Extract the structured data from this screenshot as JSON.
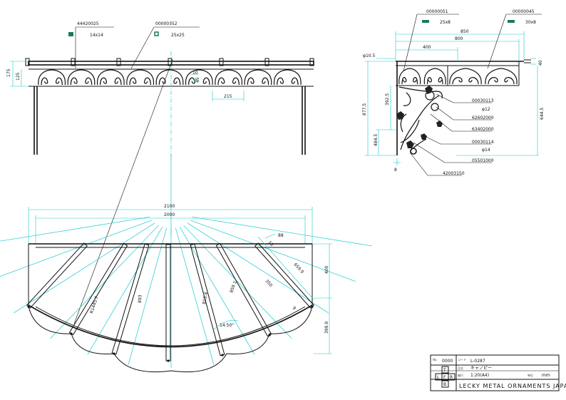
{
  "front_view": {
    "part_labels": [
      {
        "code": "44420025",
        "size": "14x14"
      },
      {
        "code": "00000352",
        "size": "25x25"
      }
    ],
    "dims": {
      "h175": "175",
      "h125": "125",
      "w215": "215",
      "v10": "10",
      "v45": "45"
    }
  },
  "side_view": {
    "part_labels": [
      {
        "code": "00000051",
        "size": "25x8"
      },
      {
        "code": "00000045",
        "size": "30x8"
      }
    ],
    "dims": {
      "w850": "850",
      "w800": "800",
      "w400": "400",
      "d105": "φ10.5",
      "d40": "40",
      "h8775": "877.5",
      "h3925": "392.5",
      "h4845": "484.5",
      "h6445": "644.5",
      "b8": "8"
    },
    "callouts": [
      "00030113",
      "φ12",
      "62602000",
      "63402000",
      "00030114",
      "φ14",
      "05501000",
      "42003150"
    ]
  },
  "plan_view": {
    "dims": {
      "w2100": "2100",
      "w2000": "2000",
      "d400": "400",
      "d3999": "399.9",
      "r14457": "R1445.7",
      "r893": "893",
      "r8154": "815.4",
      "r8591": "859.1",
      "d88": "88",
      "d659": "659.9",
      "d350": "350",
      "d9": "9",
      "a1450": "14.50°",
      "d13": "13"
    }
  },
  "title_block": {
    "no_label": "No.",
    "no_value": "0000",
    "code_label": "コード",
    "code_value": "L-0287",
    "name_label": "品名",
    "name_value": "キャノピー",
    "scale_label": "縮尺",
    "scale_value": "1:20(A4)",
    "unit_label": "単位",
    "unit_value": "mm",
    "flags": [
      "T",
      "L",
      "F",
      "R",
      "B"
    ],
    "company": "LECKY METAL ORNAMENTS JAPAN"
  }
}
